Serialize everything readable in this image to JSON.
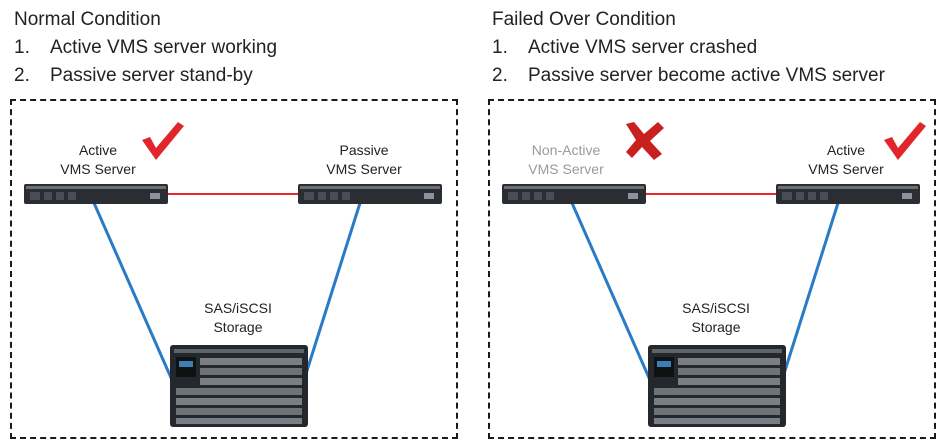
{
  "panels": [
    {
      "heading": "Normal Condition",
      "steps": [
        {
          "num": "1.",
          "text": "Active VMS server working"
        },
        {
          "num": "2.",
          "text": "Passive server stand-by"
        }
      ],
      "server_left": {
        "line1": "Active",
        "line2": "VMS Server",
        "status": "check-icon"
      },
      "server_right": {
        "line1": "Passive",
        "line2": "VMS Server"
      },
      "storage": {
        "line1": "SAS/iSCSI",
        "line2": "Storage"
      }
    },
    {
      "heading": "Failed Over Condition",
      "steps": [
        {
          "num": "1.",
          "text": "Active VMS server crashed"
        },
        {
          "num": "2.",
          "text": "Passive server become active VMS server"
        }
      ],
      "server_left": {
        "line1": "Non-Active",
        "line2": "VMS Server",
        "status": "cross-icon"
      },
      "server_right": {
        "line1": "Active",
        "line2": "VMS Server",
        "status": "check-icon"
      },
      "storage": {
        "line1": "SAS/iSCSI",
        "line2": "Storage"
      }
    }
  ],
  "colors": {
    "heartbeat_link": "#e8262b",
    "storage_link": "#2a7bc6",
    "check_mark": "#e0262b",
    "cross_mark": "#c8201f",
    "muted_label": "#9a9a9a"
  }
}
